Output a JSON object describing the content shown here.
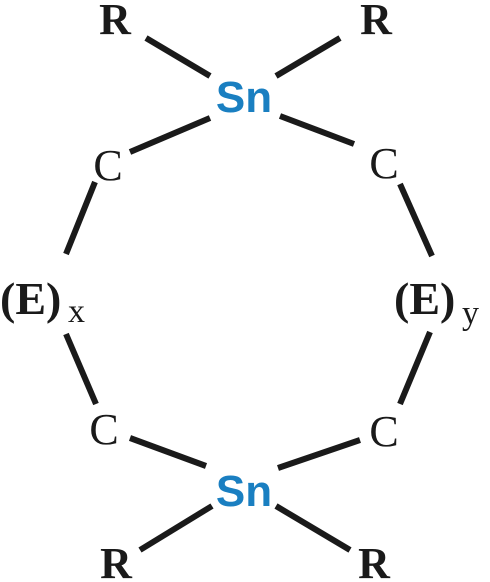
{
  "molecule": {
    "tin_top": "Sn",
    "tin_bottom": "Sn",
    "r_top_left": "R",
    "r_top_right": "R",
    "r_bottom_left": "R",
    "r_bottom_right": "R",
    "c_upper_left": "C",
    "c_upper_right": "C",
    "c_lower_left": "C",
    "c_lower_right": "C",
    "bridge_left": {
      "element": "(E)",
      "subscript": "x"
    },
    "bridge_right": {
      "element": "(E)",
      "subscript": "y"
    }
  },
  "colors": {
    "tin": "#1a7fc1",
    "bonds_and_text": "#1a1a1a",
    "background": "#ffffff"
  }
}
